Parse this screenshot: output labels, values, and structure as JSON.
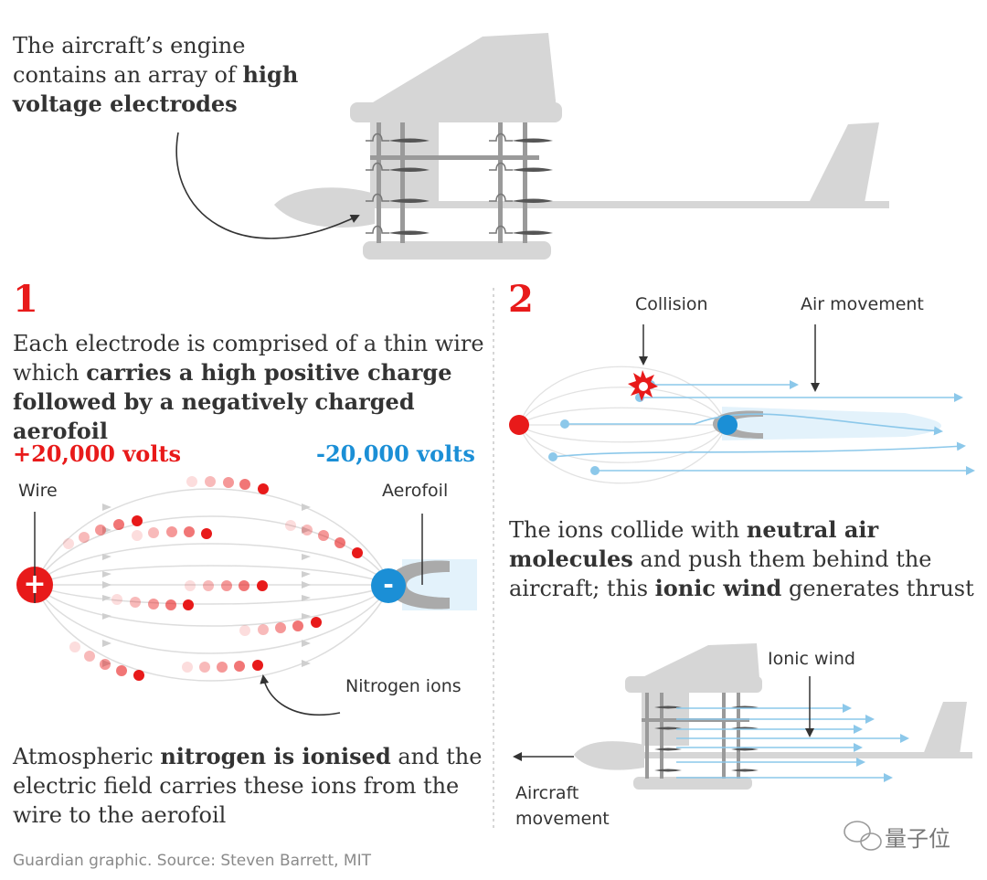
{
  "intro": {
    "line1": "The aircraft’s engine",
    "line2_pre": "contains an array of ",
    "line2_bold": "high",
    "line3_bold": "voltage electrodes"
  },
  "step1": {
    "number": "1",
    "desc": {
      "l1": "Each electrode is comprised of a thin wire",
      "l2_pre": "which ",
      "l2_bold": "carries a high positive charge",
      "l3_bold": "followed by a negatively charged aerofoil"
    },
    "positive_volts": "+20,000 volts",
    "negative_volts": "-20,000 volts",
    "wire_label": "Wire",
    "aerofoil_label": "Aerofoil",
    "ions_label": "Nitrogen ions",
    "plus_sign": "+",
    "minus_sign": "-",
    "bottom": {
      "l1_pre": "Atmospheric ",
      "l1_bold": "nitrogen is ionised",
      "l1_post": " and the",
      "l2": "electric field carries these ions from the",
      "l3": "wire to the aerofoil"
    }
  },
  "step2": {
    "number": "2",
    "collision_label": "Collision",
    "air_label": "Air movement",
    "desc": {
      "l1_pre": "The ions collide with ",
      "l1_bold": "neutral air",
      "l2_bold": "molecules",
      "l2_post": " and push them behind the",
      "l3_pre": "aircraft; this ",
      "l3_bold": "ionic wind",
      "l3_post": " generates thrust"
    },
    "ionic_wind_label": "Ionic wind",
    "aircraft_movement_l1": "Aircraft",
    "aircraft_movement_l2": "movement"
  },
  "footer": {
    "source": "Guardian graphic. Source: Steven Barrett, MIT",
    "watermark": "量子位"
  },
  "colors": {
    "red": "#e81a1a",
    "blue": "#1b8fd6",
    "plane_grey": "#d6d6d6",
    "airflow": "#8cc8ea",
    "text": "#333333"
  }
}
